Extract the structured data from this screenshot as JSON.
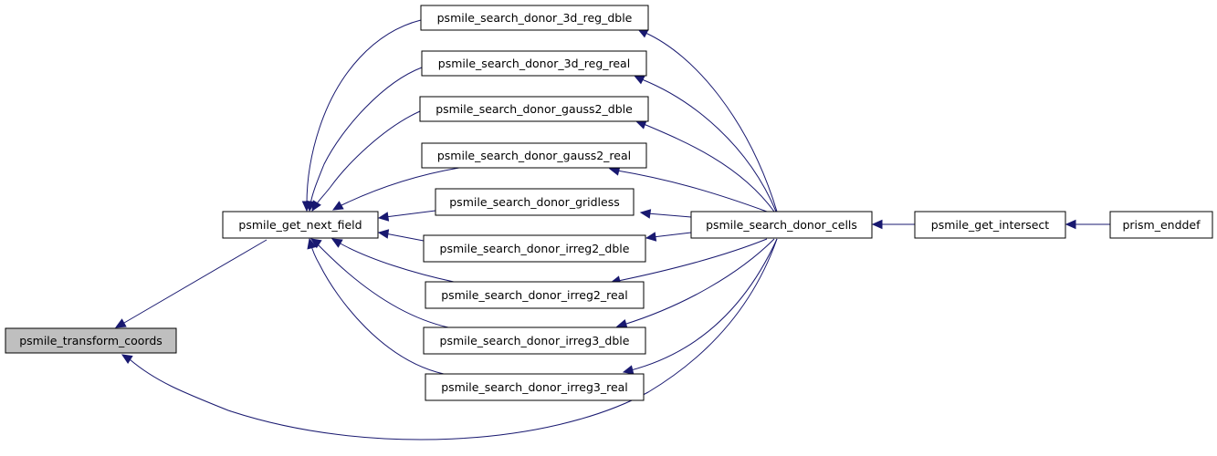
{
  "diagram": {
    "nodes": [
      {
        "id": "transform",
        "label": "psmile_transform_coords",
        "current": true
      },
      {
        "id": "next_field",
        "label": "psmile_get_next_field"
      },
      {
        "id": "d3_dble",
        "label": "psmile_search_donor_3d_reg_dble"
      },
      {
        "id": "d3_real",
        "label": "psmile_search_donor_3d_reg_real"
      },
      {
        "id": "g2_dble",
        "label": "psmile_search_donor_gauss2_dble"
      },
      {
        "id": "g2_real",
        "label": "psmile_search_donor_gauss2_real"
      },
      {
        "id": "gridless",
        "label": "psmile_search_donor_gridless"
      },
      {
        "id": "i2_dble",
        "label": "psmile_search_donor_irreg2_dble"
      },
      {
        "id": "i2_real",
        "label": "psmile_search_donor_irreg2_real"
      },
      {
        "id": "i3_dble",
        "label": "psmile_search_donor_irreg3_dble"
      },
      {
        "id": "i3_real",
        "label": "psmile_search_donor_irreg3_real"
      },
      {
        "id": "cells",
        "label": "psmile_search_donor_cells"
      },
      {
        "id": "intersect",
        "label": "psmile_get_intersect"
      },
      {
        "id": "enddef",
        "label": "prism_enddef"
      }
    ],
    "edges": [
      {
        "from": "next_field",
        "to": "transform"
      },
      {
        "from": "cells",
        "to": "transform"
      },
      {
        "from": "d3_dble",
        "to": "next_field"
      },
      {
        "from": "d3_real",
        "to": "next_field"
      },
      {
        "from": "g2_dble",
        "to": "next_field"
      },
      {
        "from": "g2_real",
        "to": "next_field"
      },
      {
        "from": "gridless",
        "to": "next_field"
      },
      {
        "from": "i2_dble",
        "to": "next_field"
      },
      {
        "from": "i2_real",
        "to": "next_field"
      },
      {
        "from": "i3_dble",
        "to": "next_field"
      },
      {
        "from": "i3_real",
        "to": "next_field"
      },
      {
        "from": "cells",
        "to": "d3_dble"
      },
      {
        "from": "cells",
        "to": "d3_real"
      },
      {
        "from": "cells",
        "to": "g2_dble"
      },
      {
        "from": "cells",
        "to": "g2_real"
      },
      {
        "from": "cells",
        "to": "gridless"
      },
      {
        "from": "cells",
        "to": "i2_dble"
      },
      {
        "from": "cells",
        "to": "i2_real"
      },
      {
        "from": "cells",
        "to": "i3_dble"
      },
      {
        "from": "cells",
        "to": "i3_real"
      },
      {
        "from": "intersect",
        "to": "cells"
      },
      {
        "from": "enddef",
        "to": "intersect"
      }
    ],
    "colors": {
      "edge": "#191970",
      "node_border": "#000000",
      "node_fill": "#ffffff",
      "current_fill": "#bfbfbf"
    }
  }
}
